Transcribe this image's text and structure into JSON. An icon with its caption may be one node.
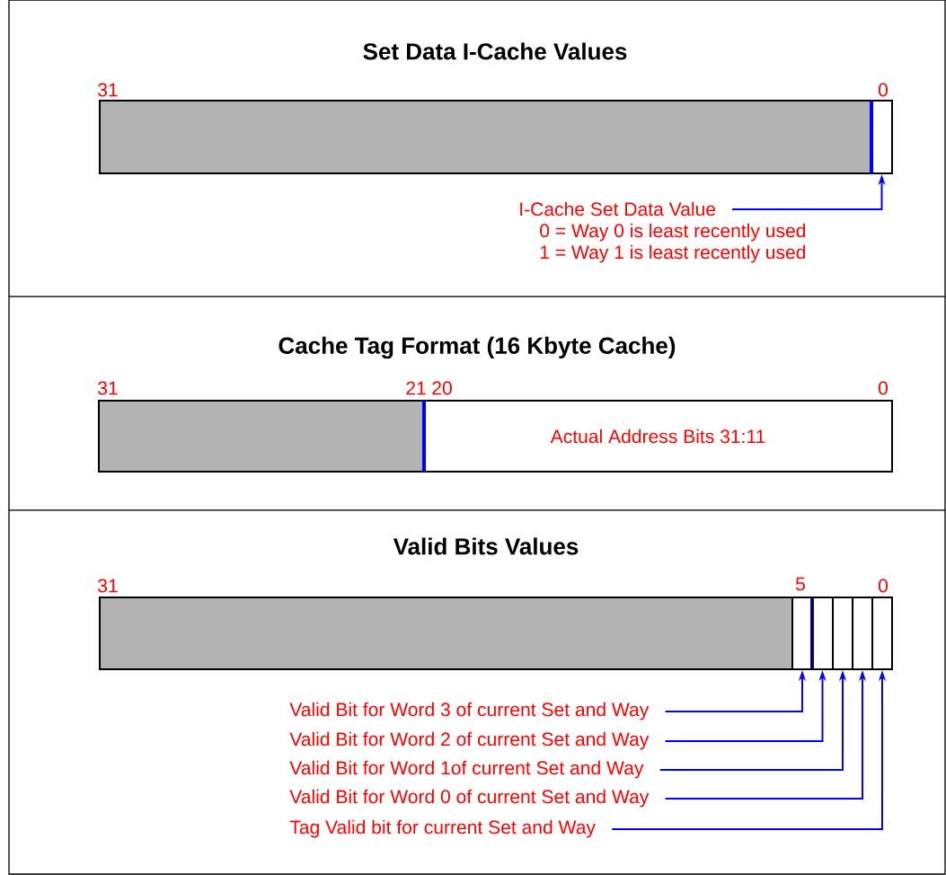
{
  "diagram": {
    "nodes": [
      {
        "text": [],
        "shape": "box"
      },
      {
        "text": [
          "I-Cache Set Data Value",
          "0 = Way 0 is least recently used",
          "1 = Way 1 is least recently used"
        ]
      },
      {
        "text": [
          "Actual Address Bits 31:11"
        ]
      },
      {
        "text": [],
        "shape": "box"
      },
      {
        "text": [],
        "shape": "box"
      },
      {
        "text": [],
        "shape": "box"
      },
      {
        "text": [],
        "shape": "box"
      },
      {
        "text": [],
        "shape": "box"
      },
      {
        "text": [
          "Valid Bit for Word 3 of current Set and Way"
        ]
      },
      {
        "text": [
          "Valid Bit for Word 2 of current Set and Way"
        ]
      },
      {
        "text": [
          "Valid Bit for Word 1of current Set and Way"
        ]
      },
      {
        "text": [
          "Valid Bit for Word 0 of current Set and Way"
        ]
      },
      {
        "text": [
          "Tag Valid bit for current Set and Way"
        ]
      }
    ],
    "edges": [
      {
        "from": 1,
        "to": 0,
        "arrow": "to"
      },
      {
        "from": 8,
        "to": 3,
        "arrow": "to"
      },
      {
        "from": 9,
        "to": 4,
        "arrow": "to"
      },
      {
        "from": 10,
        "to": 5,
        "arrow": "to"
      },
      {
        "from": 11,
        "to": 6,
        "arrow": "to"
      },
      {
        "from": 12,
        "to": 7,
        "arrow": "to"
      }
    ],
    "labels": [
      "Set Data I-Cache Values",
      "31",
      "0",
      "Cache Tag Format (16 Kbyte Cache)",
      "31",
      "21",
      "20",
      "0",
      "Valid Bits Values",
      "31",
      "5",
      "0"
    ]
  }
}
